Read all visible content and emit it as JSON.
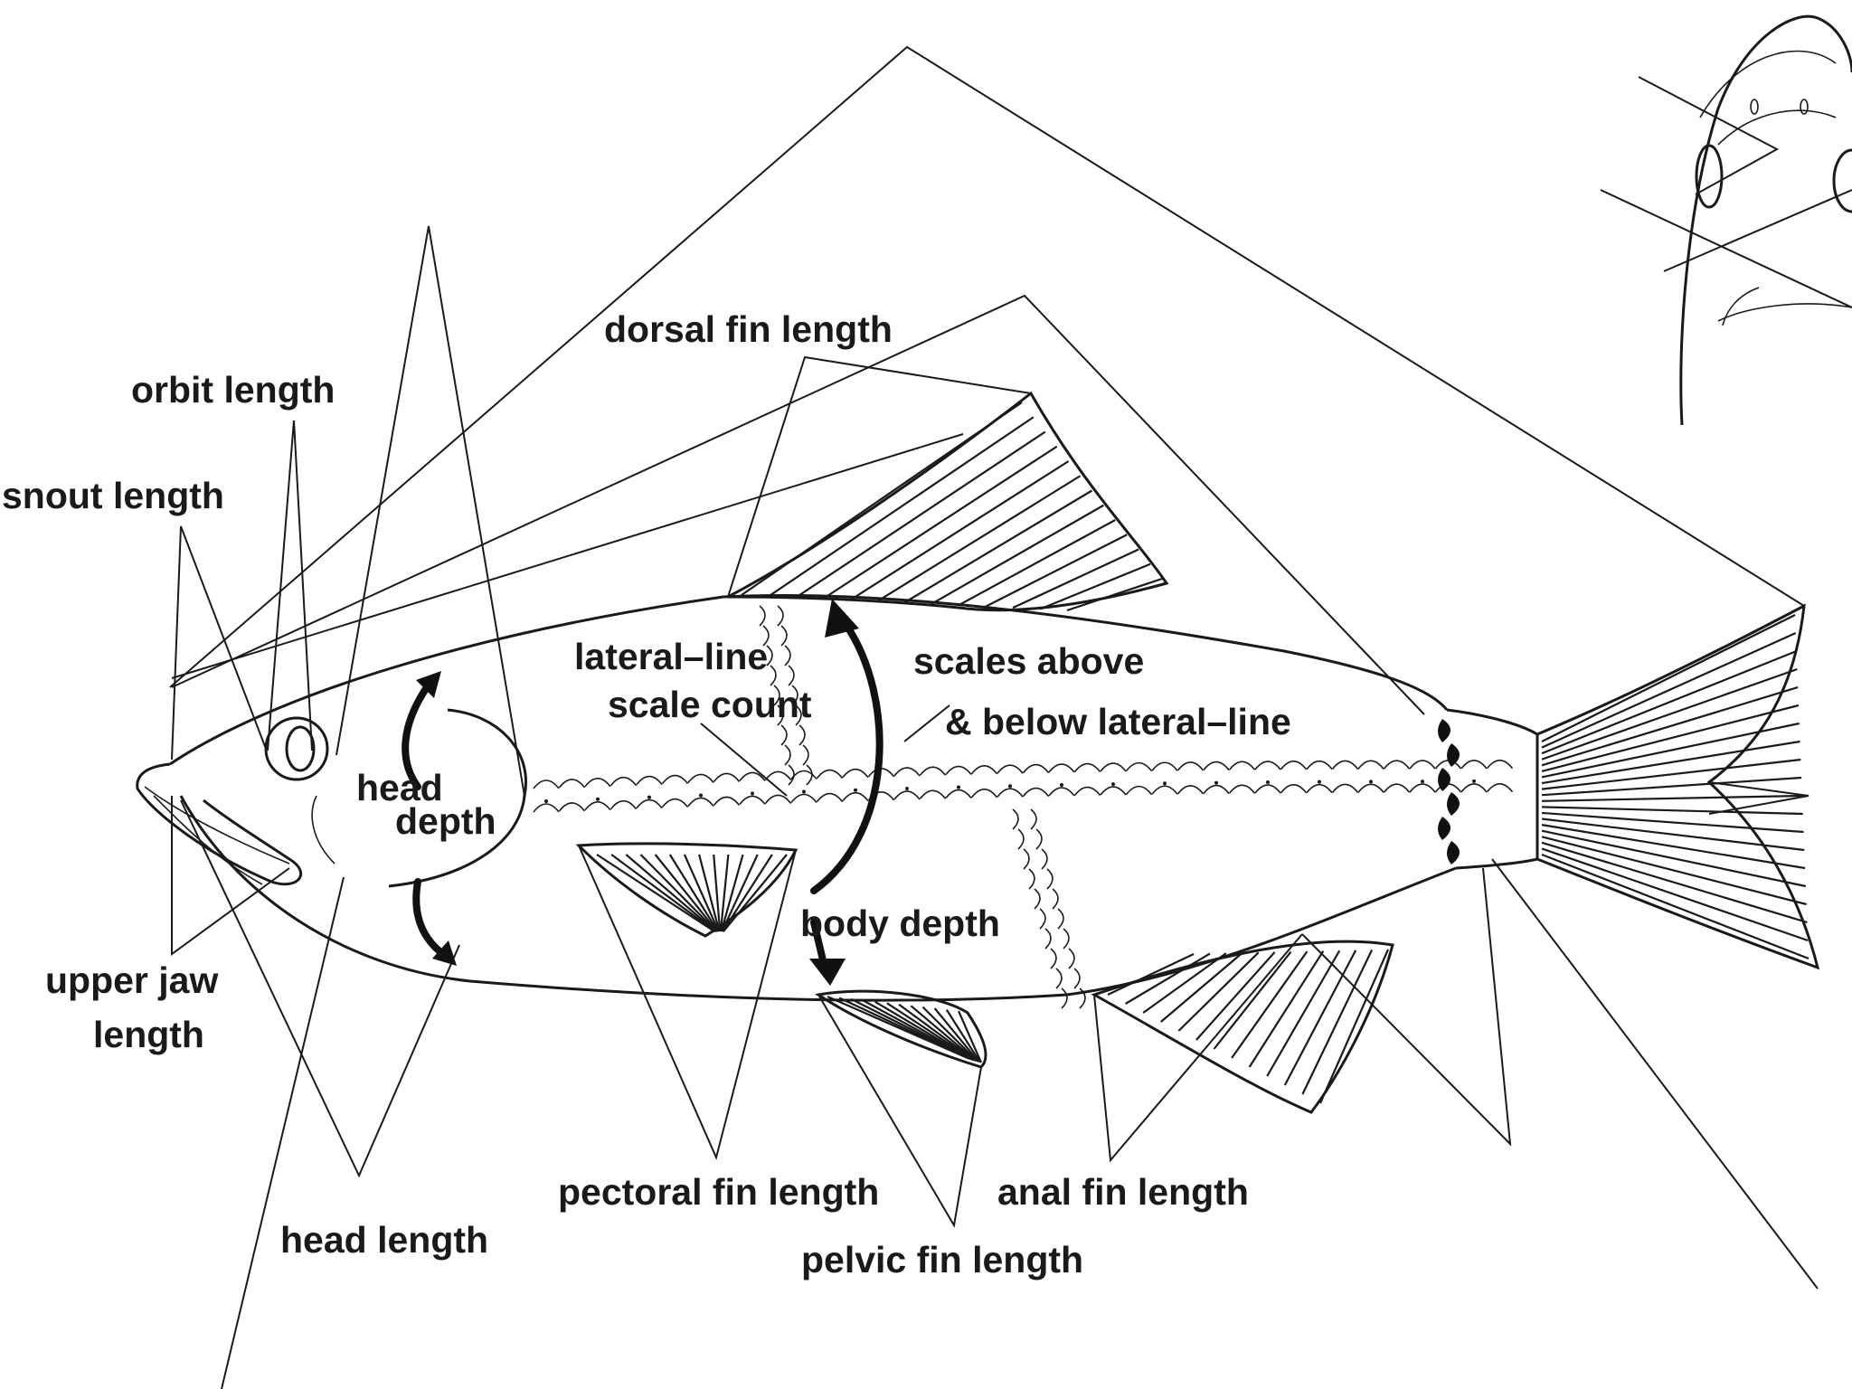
{
  "labels": {
    "dorsal_fin_length": "dorsal fin length",
    "orbit_length": "orbit length",
    "snout_length": "snout length",
    "lateral_line_1": "lateral–line",
    "lateral_line_2": "scale count",
    "scales_above_1": "scales above",
    "scales_above_2": "& below lateral–line",
    "head_depth_1": "head",
    "head_depth_2": "depth",
    "body_depth": "body depth",
    "upper_jaw_1": "upper jaw",
    "upper_jaw_2": "length",
    "head_length": "head length",
    "pectoral_fin_length": "pectoral fin length",
    "anal_fin_length": "anal fin length",
    "pelvic_fin_length": "pelvic fin length"
  },
  "colors": {
    "ink": "#1a1a1a",
    "background": "#ffffff"
  }
}
